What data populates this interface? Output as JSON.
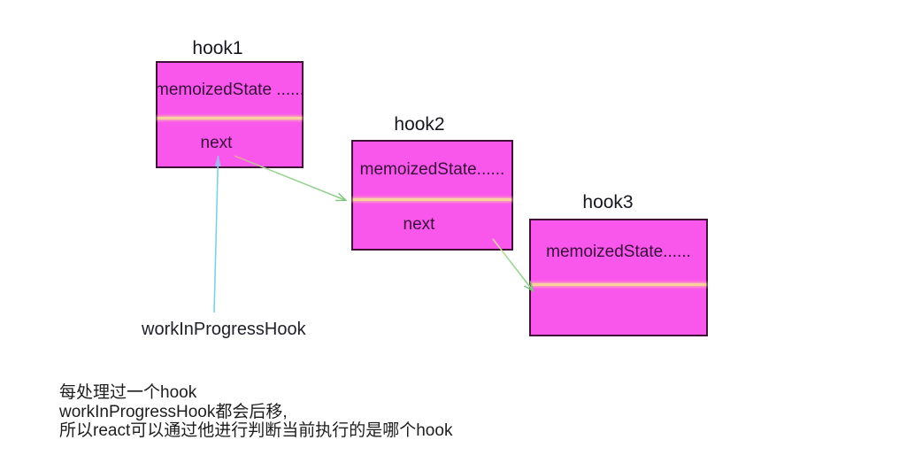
{
  "diagram": {
    "nodes": [
      {
        "title": "hook1",
        "memoized_label": "memoizedState ......",
        "next_label": "next"
      },
      {
        "title": "hook2",
        "memoized_label": "memoizedState......",
        "next_label": "next"
      },
      {
        "title": "hook3",
        "memoized_label": "memoizedState......",
        "next_label": ""
      }
    ],
    "pointer_label": "workInProgressHook",
    "notes": [
      "每处理过一个hook",
      "workInProgressHook都会后移,",
      "所以react可以通过他进行判断当前执行的是哪个hook"
    ]
  },
  "colors": {
    "node_fill": "#f956ec",
    "node_border": "#401038",
    "divider": "#fcd09e",
    "arrow_green": "#8bce87",
    "arrow_green_head": "#7cc47a",
    "arrow_blue": "#7cd3e8",
    "arrow_blue_head": "#a9b2ef",
    "arrow1_tail_tint": "#f09fa6",
    "arrow2_tail_tint": "#ecd6a2"
  }
}
